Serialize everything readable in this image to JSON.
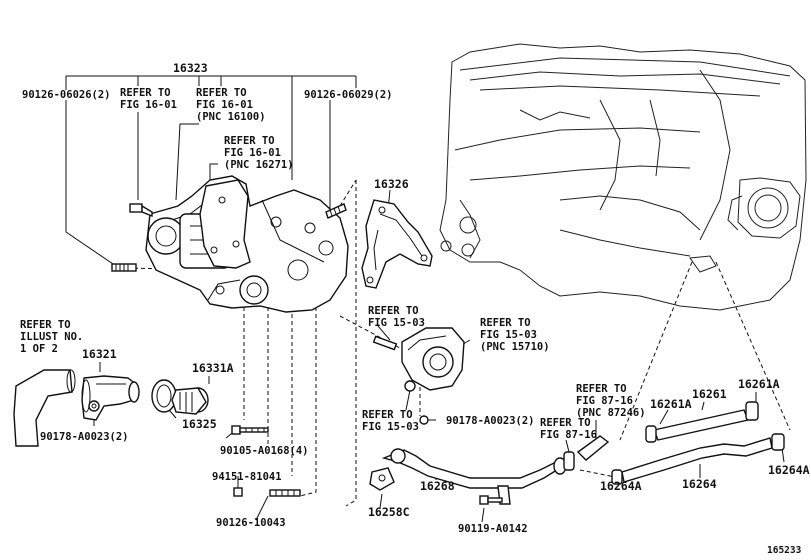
{
  "diagram_id": "165233",
  "labels": {
    "l_16323": "16323",
    "l_90126_06026": "90126-06026(2)",
    "l_90126_06029": "90126-06029(2)",
    "ref1_a": "REFER TO",
    "ref1_b": "FIG 16-01",
    "ref2_a": "REFER TO",
    "ref2_b": "FIG 16-01",
    "ref2_c": "(PNC 16100)",
    "ref3_a": "REFER TO",
    "ref3_b": "FIG 16-01",
    "ref3_c": "(PNC 16271)",
    "l_16326": "16326",
    "illus_a": "REFER TO",
    "illus_b": "ILLUST NO.",
    "illus_c": "1 OF 2",
    "l_16321": "16321",
    "l_16331A": "16331A",
    "l_16325": "16325",
    "l_90178_a": "90178-A0023(2)",
    "l_90105": "90105-A0168(4)",
    "l_94151": "94151-81041",
    "l_90126_10043": "90126-10043",
    "ref4_a": "REFER TO",
    "ref4_b": "FIG 15-03",
    "ref5_a": "REFER TO",
    "ref5_b": "FIG 15-03",
    "ref5_c": "(PNC 15710)",
    "ref6_a": "REFER TO",
    "ref6_b": "FIG 15-03",
    "l_90178_b": "90178-A0023(2)",
    "l_16268": "16268",
    "l_16258C": "16258C",
    "l_90119": "90119-A0142",
    "ref7_a": "REFER TO",
    "ref7_b": "FIG 87-16",
    "ref7_c": "(PNC 87246)",
    "ref8_a": "REFER TO",
    "ref8_b": "FIG 87-16",
    "l_16261A_1": "16261A",
    "l_16261": "16261",
    "l_16261A_2": "16261A",
    "l_16264": "16264",
    "l_16264A_1": "16264A",
    "l_16264A_2": "16264A"
  }
}
